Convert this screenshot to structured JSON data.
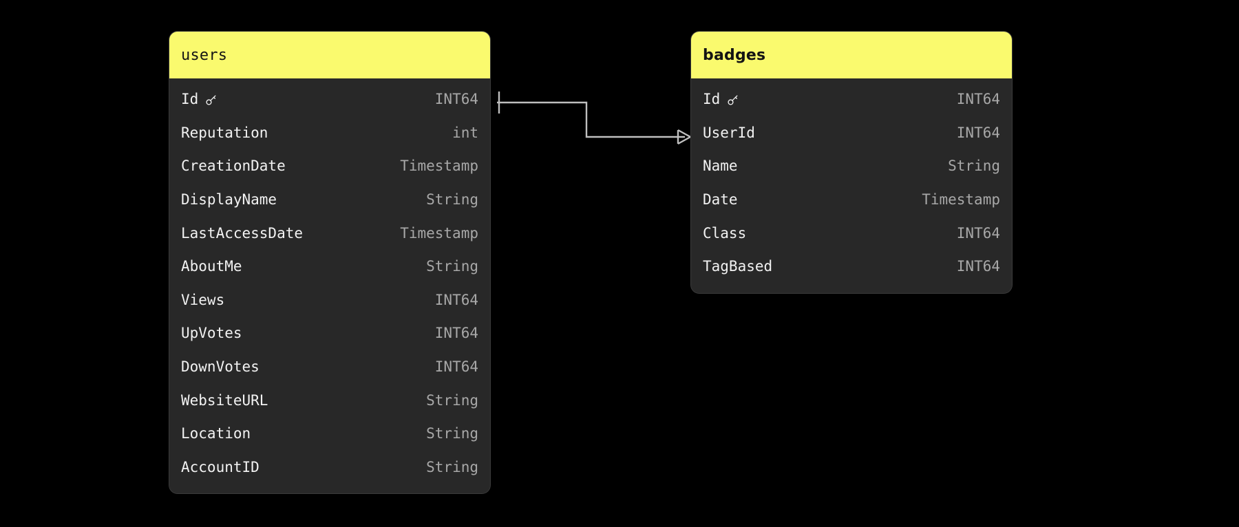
{
  "diagram": {
    "type": "entity-relationship-diagram",
    "background_color": "#000000",
    "header_color": "#FAFA6E",
    "header_text_color": "#141414",
    "body_color": "#282828",
    "field_name_color": "#F2F2F2",
    "field_type_color": "#A8A8A8",
    "connector_color": "#BFBFBF"
  },
  "entities": [
    {
      "name": "users",
      "title_font": "mono",
      "fields": [
        {
          "name": "Id",
          "type": "INT64",
          "primary_key": true,
          "icon": "key-icon"
        },
        {
          "name": "Reputation",
          "type": "int",
          "primary_key": false,
          "icon": ""
        },
        {
          "name": "CreationDate",
          "type": "Timestamp",
          "primary_key": false,
          "icon": ""
        },
        {
          "name": "DisplayName",
          "type": "String",
          "primary_key": false,
          "icon": ""
        },
        {
          "name": "LastAccessDate",
          "type": "Timestamp",
          "primary_key": false,
          "icon": ""
        },
        {
          "name": "AboutMe",
          "type": "String",
          "primary_key": false,
          "icon": ""
        },
        {
          "name": "Views",
          "type": "INT64",
          "primary_key": false,
          "icon": ""
        },
        {
          "name": "UpVotes",
          "type": "INT64",
          "primary_key": false,
          "icon": ""
        },
        {
          "name": "DownVotes",
          "type": "INT64",
          "primary_key": false,
          "icon": ""
        },
        {
          "name": "WebsiteURL",
          "type": "String",
          "primary_key": false,
          "icon": ""
        },
        {
          "name": "Location",
          "type": "String",
          "primary_key": false,
          "icon": ""
        },
        {
          "name": "AccountID",
          "type": "String",
          "primary_key": false,
          "icon": ""
        }
      ]
    },
    {
      "name": "badges",
      "title_font": "sans",
      "fields": [
        {
          "name": "Id",
          "type": "INT64",
          "primary_key": true,
          "icon": "key-icon"
        },
        {
          "name": "UserId",
          "type": "INT64",
          "primary_key": false,
          "icon": ""
        },
        {
          "name": "Name",
          "type": "String",
          "primary_key": false,
          "icon": ""
        },
        {
          "name": "Date",
          "type": "Timestamp",
          "primary_key": false,
          "icon": ""
        },
        {
          "name": "Class",
          "type": "INT64",
          "primary_key": false,
          "icon": ""
        },
        {
          "name": "TagBased",
          "type": "INT64",
          "primary_key": false,
          "icon": ""
        }
      ]
    }
  ],
  "relationships": [
    {
      "from_entity": "users",
      "from_field": "Id",
      "from_cardinality": "one",
      "to_entity": "badges",
      "to_field": "UserId",
      "to_cardinality": "many"
    }
  ]
}
